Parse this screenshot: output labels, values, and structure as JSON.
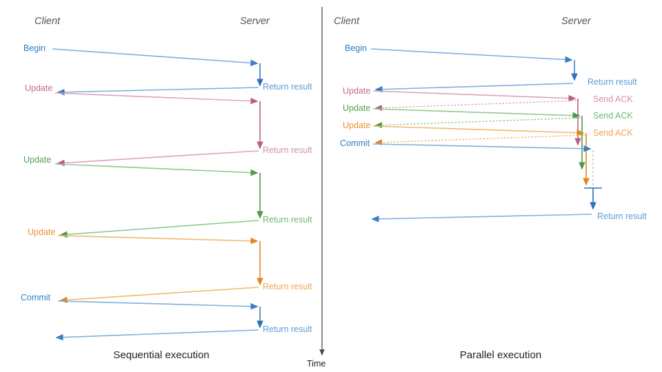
{
  "figure": {
    "title": "",
    "divider_label": "Time",
    "colors": {
      "blue": "#4a86c8",
      "blue_light": "#7faede",
      "blue_dark": "#2f6ebb",
      "pink": "#c4688f",
      "pink_light": "#dba3bd",
      "green": "#53a054",
      "green_light": "#8fc98f",
      "orange": "#e8912f",
      "orange_light": "#f2b669",
      "lane_text": "#555555",
      "caption_text": "#222222",
      "axis": "#4d4d4d"
    }
  },
  "panels": [
    {
      "id": "sequential",
      "caption": "Sequential execution",
      "lanes": {
        "client": "Client",
        "server": "Server"
      },
      "client_labels": [
        {
          "text": "Begin",
          "color": "blue"
        },
        {
          "text": "Update",
          "color": "pink"
        },
        {
          "text": "Update",
          "color": "green"
        },
        {
          "text": "Update",
          "color": "orange"
        },
        {
          "text": "Commit",
          "color": "blue"
        }
      ],
      "server_labels": [
        {
          "text": "Return result",
          "color": "blue"
        },
        {
          "text": "Return result",
          "color": "pink"
        },
        {
          "text": "Return result",
          "color": "green"
        },
        {
          "text": "Return result",
          "color": "orange"
        },
        {
          "text": "Return result",
          "color": "blue"
        }
      ]
    },
    {
      "id": "parallel",
      "caption": "Parallel execution",
      "lanes": {
        "client": "Client",
        "server": "Server"
      },
      "client_labels": [
        {
          "text": "Begin",
          "color": "blue"
        },
        {
          "text": "Update",
          "color": "pink"
        },
        {
          "text": "Update",
          "color": "green"
        },
        {
          "text": "Update",
          "color": "orange"
        },
        {
          "text": "Commit",
          "color": "blue"
        }
      ],
      "server_labels": [
        {
          "text": "Return result",
          "color": "blue"
        },
        {
          "text": "Send ACK",
          "color": "pink"
        },
        {
          "text": "Send ACK",
          "color": "green"
        },
        {
          "text": "Send ACK",
          "color": "orange"
        },
        {
          "text": "Return result",
          "color": "blue"
        }
      ]
    }
  ]
}
